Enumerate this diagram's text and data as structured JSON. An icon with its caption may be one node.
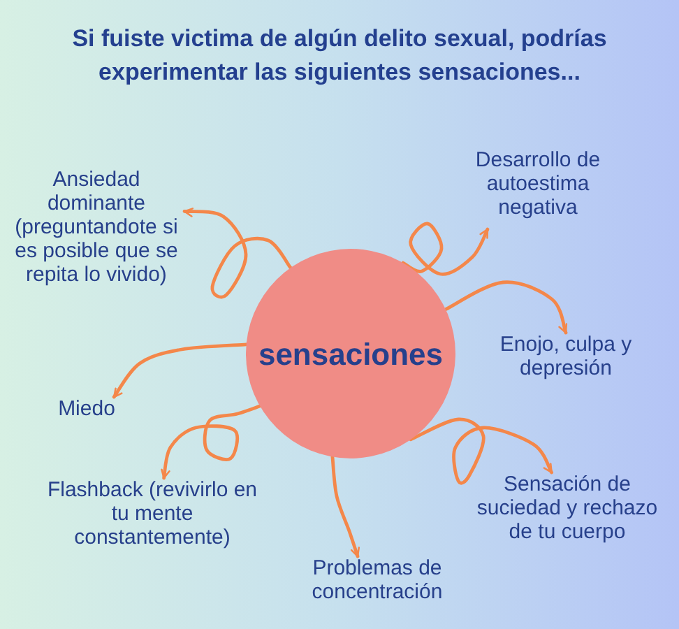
{
  "diagram": {
    "title": "Si fuiste victima de algún delito sexual, podrías experimentar las siguientes sensaciones...",
    "nodes": [
      {
        "text": [
          "sensaciones"
        ]
      },
      {
        "text": [
          "Ansiedad dominante (preguntandote si es posible que se repita lo vivido)"
        ]
      },
      {
        "text": [
          "Desarrollo de autoestima negativa"
        ]
      },
      {
        "text": [
          "Enojo, culpa y depresión"
        ]
      },
      {
        "text": [
          "Miedo"
        ]
      },
      {
        "text": [
          "Flashback (revivirlo en tu mente constantemente)"
        ]
      },
      {
        "text": [
          "Problemas de concentración"
        ]
      },
      {
        "text": [
          "Sensación de suciedad y rechazo de tu cuerpo"
        ]
      }
    ],
    "edges": [
      {
        "from": 0,
        "to": 1,
        "arrow": "to"
      },
      {
        "from": 0,
        "to": 2,
        "arrow": "to"
      },
      {
        "from": 0,
        "to": 3,
        "arrow": "to"
      },
      {
        "from": 0,
        "to": 4,
        "arrow": "to"
      },
      {
        "from": 0,
        "to": 5,
        "arrow": "to"
      },
      {
        "from": 0,
        "to": 6,
        "arrow": "to"
      },
      {
        "from": 0,
        "to": 7,
        "arrow": "to"
      }
    ]
  }
}
